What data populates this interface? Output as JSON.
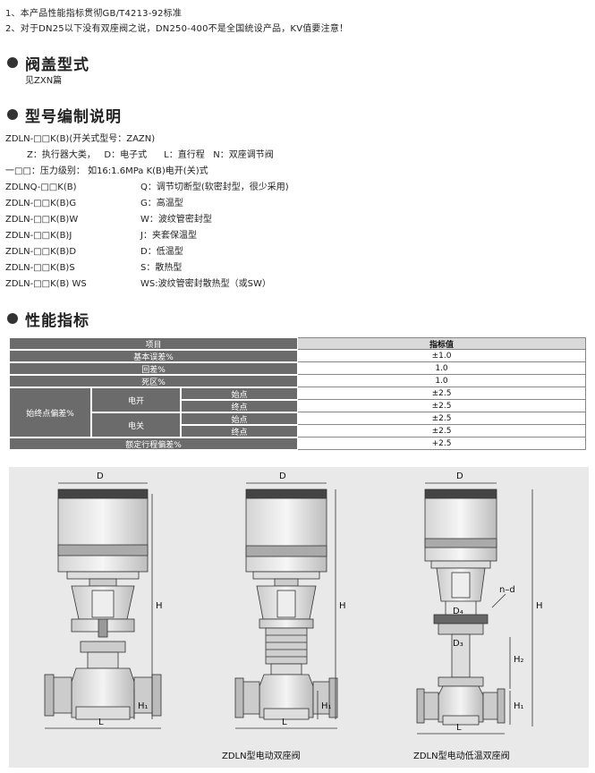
{
  "notes": [
    "1、本产品性能指标贯彻GB/T4213-92标准",
    "2、对于DN25以下没有双座阀之说，DN250-400不是全国统设产品，KV值要注意！"
  ],
  "section1": {
    "title": "阀盖型式",
    "body": "见ZXN篇"
  },
  "section2": {
    "title": "型号编制说明",
    "line1": "ZDLN-□□K(B)(开关式型号：ZAZN)",
    "line2": "Z：执行器大类，   D：电子式      L：直行程   N：双座调节阀",
    "line3": "一□□：压力级别：  如16:1.6MPa K(B)电开(关)式",
    "rows": [
      {
        "code": "ZDLNQ-□□K(B)",
        "desc": "Q：调节切断型(软密封型，很少采用)"
      },
      {
        "code": "ZDLN-□□K(B)G",
        "desc": "G：高温型"
      },
      {
        "code": "ZDLN-□□K(B)W",
        "desc": "W：波纹管密封型"
      },
      {
        "code": "ZDLN-□□K(B)J",
        "desc": "J：夹套保温型"
      },
      {
        "code": "ZDLN-□□K(B)D",
        "desc": "D：低温型"
      },
      {
        "code": "ZDLN-□□K(B)S",
        "desc": "S：散热型"
      },
      {
        "code": "ZDLN-□□K(B) WS",
        "desc": "WS:波纹管密封散热型（或SW）"
      }
    ]
  },
  "section3": {
    "title": "性能指标",
    "header": {
      "item": "项目",
      "value": "指标值"
    },
    "basic_error": {
      "label": "基本误差%",
      "value": "±1.0"
    },
    "hysteresis": {
      "label": "回差%",
      "value": "1.0"
    },
    "dead_zone": {
      "label": "死区%",
      "value": "1.0"
    },
    "endpoint": {
      "label": "始终点偏差%",
      "open": "电开",
      "close": "电关",
      "start": "始点",
      "end": "终点",
      "values": [
        "±2.5",
        "±2.5",
        "±2.5",
        "±2.5"
      ]
    },
    "rated_travel": {
      "label": "额定行程偏差%",
      "value": "+2.5"
    }
  },
  "diagrams": {
    "dim_D": "D",
    "dim_H": "H",
    "dim_H1": "H₁",
    "dim_H2": "H₂",
    "dim_L": "L",
    "dim_D3": "D₃",
    "dim_D4": "D₄",
    "dim_nd": "n–d",
    "caption1": "ZDLN型电动双座阀",
    "caption2": "ZDLN型电动低温双座阀"
  }
}
